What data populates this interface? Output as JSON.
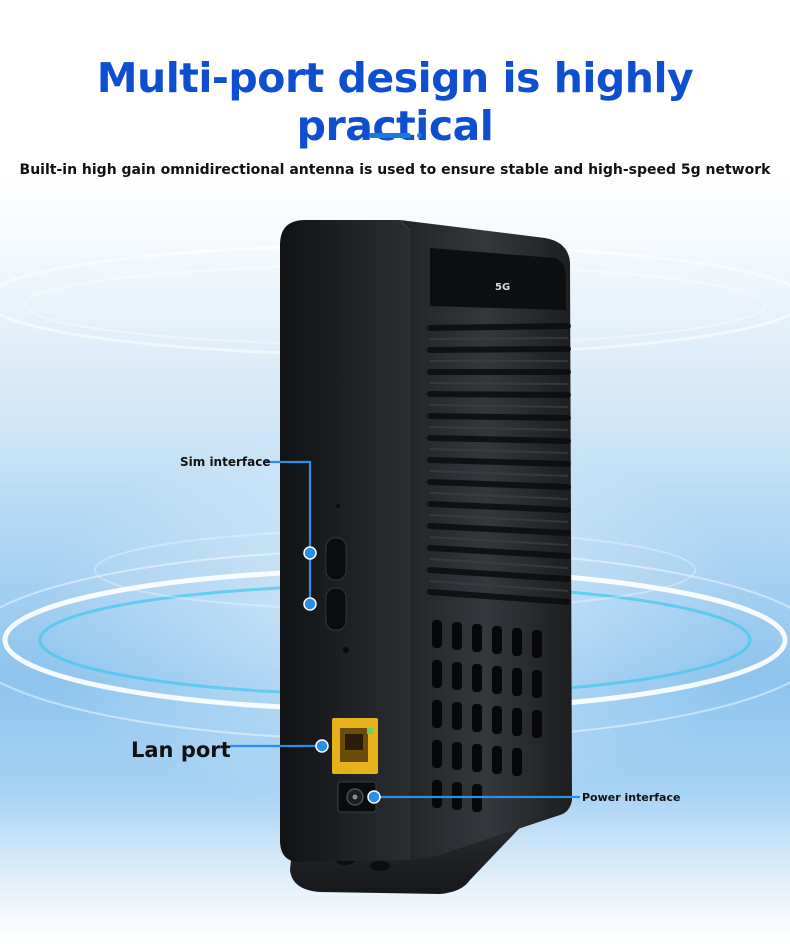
{
  "headline": "Multi-port design is highly practical",
  "subheadline": "Built-in high gain omnidirectional antenna is used to ensure stable and high-speed 5g network",
  "labels": {
    "sim_interface": "Sim interface",
    "lan_port": "Lan port",
    "power_interface": "Power interface"
  },
  "device_badge": "5G",
  "colors": {
    "headline": "#0e4fcf",
    "accent": "#1a7ad8",
    "callout_line": "#2a8fe6",
    "lan_port": "#e8b11a"
  }
}
